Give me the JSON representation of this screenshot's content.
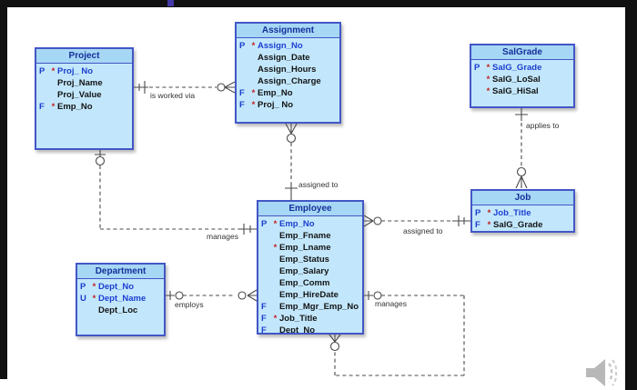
{
  "diagram": {
    "entities": [
      {
        "name": "Project",
        "attrs": [
          {
            "k": "P",
            "s": "*",
            "n": "Proj_ No",
            "pk": true
          },
          {
            "k": "",
            "s": "",
            "n": "Proj_Name",
            "pk": false
          },
          {
            "k": "",
            "s": "",
            "n": "Proj_Value",
            "pk": false
          },
          {
            "k": "F",
            "s": "*",
            "n": "Emp_No",
            "pk": false
          }
        ]
      },
      {
        "name": "Assignment",
        "attrs": [
          {
            "k": "P",
            "s": "*",
            "n": "Assign_No",
            "pk": true
          },
          {
            "k": "",
            "s": "",
            "n": "Assign_Date",
            "pk": false
          },
          {
            "k": "",
            "s": "",
            "n": "Assign_Hours",
            "pk": false
          },
          {
            "k": "",
            "s": "",
            "n": "Assign_Charge",
            "pk": false
          },
          {
            "k": "F",
            "s": "*",
            "n": "Emp_No",
            "pk": false
          },
          {
            "k": "F",
            "s": "*",
            "n": "Proj_ No",
            "pk": false
          }
        ]
      },
      {
        "name": "SalGrade",
        "attrs": [
          {
            "k": "P",
            "s": "*",
            "n": "SalG_Grade",
            "pk": true
          },
          {
            "k": "",
            "s": "*",
            "n": "SalG_LoSal",
            "pk": false
          },
          {
            "k": "",
            "s": "*",
            "n": "SalG_HiSal",
            "pk": false
          }
        ]
      },
      {
        "name": "Employee",
        "attrs": [
          {
            "k": "P",
            "s": "*",
            "n": "Emp_No",
            "pk": true
          },
          {
            "k": "",
            "s": "",
            "n": "Emp_Fname",
            "pk": false
          },
          {
            "k": "",
            "s": "*",
            "n": "Emp_Lname",
            "pk": false
          },
          {
            "k": "",
            "s": "",
            "n": "Emp_Status",
            "pk": false
          },
          {
            "k": "",
            "s": "",
            "n": "Emp_Salary",
            "pk": false
          },
          {
            "k": "",
            "s": "",
            "n": "Emp_Comm",
            "pk": false
          },
          {
            "k": "",
            "s": "",
            "n": "Emp_HireDate",
            "pk": false
          },
          {
            "k": "F",
            "s": "",
            "n": "Emp_Mgr_Emp_No",
            "pk": false
          },
          {
            "k": "F",
            "s": "*",
            "n": "Job_Title",
            "pk": false
          },
          {
            "k": "F",
            "s": "",
            "n": "Dept_No",
            "pk": false
          }
        ]
      },
      {
        "name": "Job",
        "attrs": [
          {
            "k": "P",
            "s": "*",
            "n": "Job_Title",
            "pk": true
          },
          {
            "k": "F",
            "s": "*",
            "n": "SalG_Grade",
            "pk": false
          }
        ]
      },
      {
        "name": "Department",
        "attrs": [
          {
            "k": "P",
            "s": "*",
            "n": "Dept_No",
            "pk": true
          },
          {
            "k": "U",
            "s": "*",
            "n": "Dept_Name",
            "pk": true
          },
          {
            "k": "",
            "s": "",
            "n": "Dept_Loc",
            "pk": false
          }
        ]
      }
    ],
    "relationships": [
      {
        "label": "is worked via"
      },
      {
        "label": "assigned to"
      },
      {
        "label": "applies to"
      },
      {
        "label": "assigned to"
      },
      {
        "label": "manages"
      },
      {
        "label": "employs"
      },
      {
        "label": "manages"
      }
    ]
  },
  "icons": {
    "speaker": "speaker-icon"
  },
  "colors": {
    "frame": "#111111",
    "entity_border": "#4356c6",
    "entity_header_bg": "#a6d7f4",
    "entity_body_bg": "#c2e7fc",
    "entity_header_text": "#15309c",
    "pk_text": "#1d3fd0",
    "key_letter": "#1d3fd0",
    "required_star": "#c32222",
    "attr_text": "#141414",
    "connector": "#4a4a4a",
    "label_text": "#333333",
    "accent_mark": "#4338a8",
    "speaker": "#b8b8b8"
  }
}
